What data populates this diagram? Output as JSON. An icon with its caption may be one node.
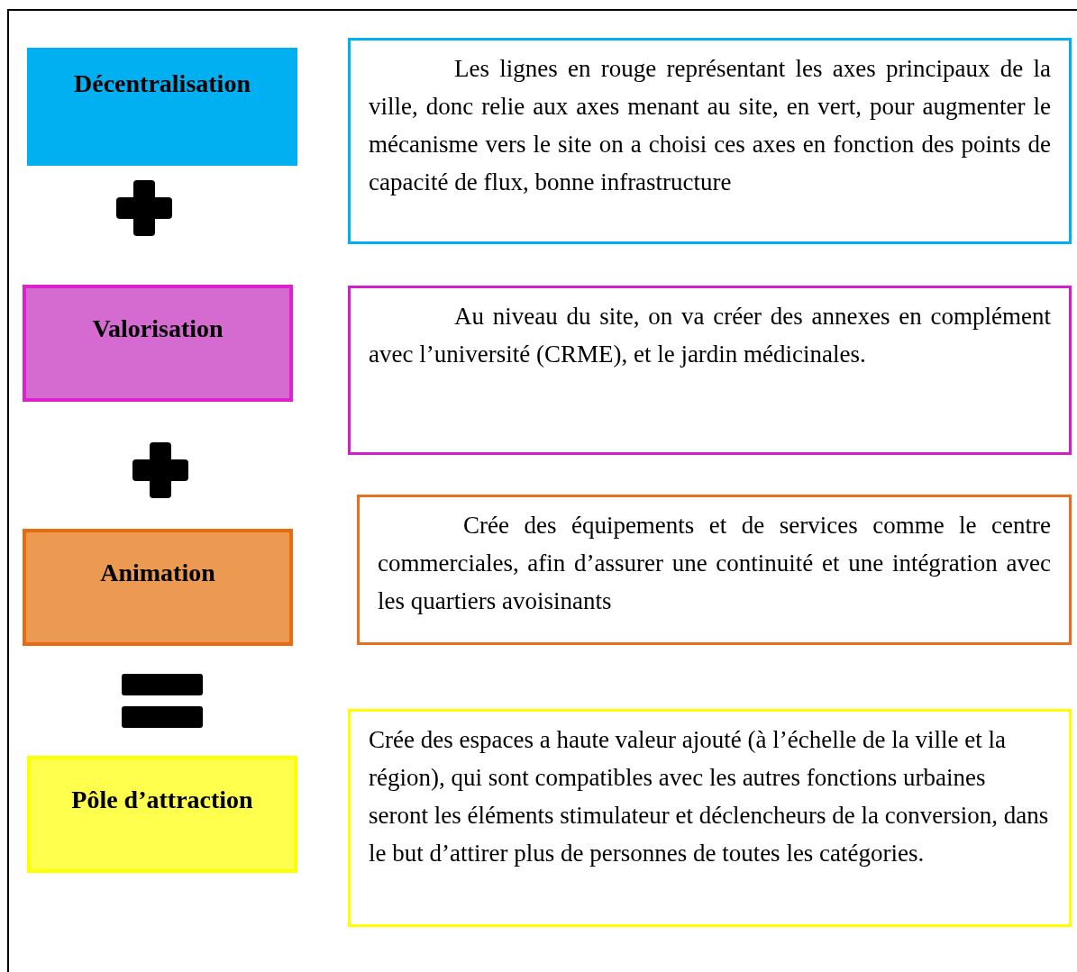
{
  "diagram": {
    "nodes": [
      {
        "text": [
          "Décentralisation"
        ]
      },
      {
        "text": [
          "Les lignes en rouge représentant les axes principaux de la ville, donc relie aux axes menant au site, en vert, pour augmenter le mécanisme vers le site on a choisi ces axes en fonction des points de capacité de flux, bonne infrastructure"
        ]
      },
      {
        "text": [
          "Valorisation"
        ]
      },
      {
        "text": [
          "Au niveau du site, on va créer des annexes en complément avec l’université (CRME), et le jardin médicinales."
        ]
      },
      {
        "text": [
          "Animation"
        ]
      },
      {
        "text": [
          "Crée des équipements et de services comme le centre commerciales, afin d’assurer une continuité et une intégration avec les quartiers avoisinants"
        ]
      },
      {
        "text": [
          "Pôle d’attraction"
        ]
      },
      {
        "text": [
          "Crée des espaces a haute valeur ajouté (à l’échelle de la ville et la région), qui sont compatibles avec les autres fonctions urbaines  seront les éléments stimulateur et déclencheurs de la conversion, dans le but d’attirer plus de personnes de toutes les catégories."
        ]
      }
    ]
  }
}
